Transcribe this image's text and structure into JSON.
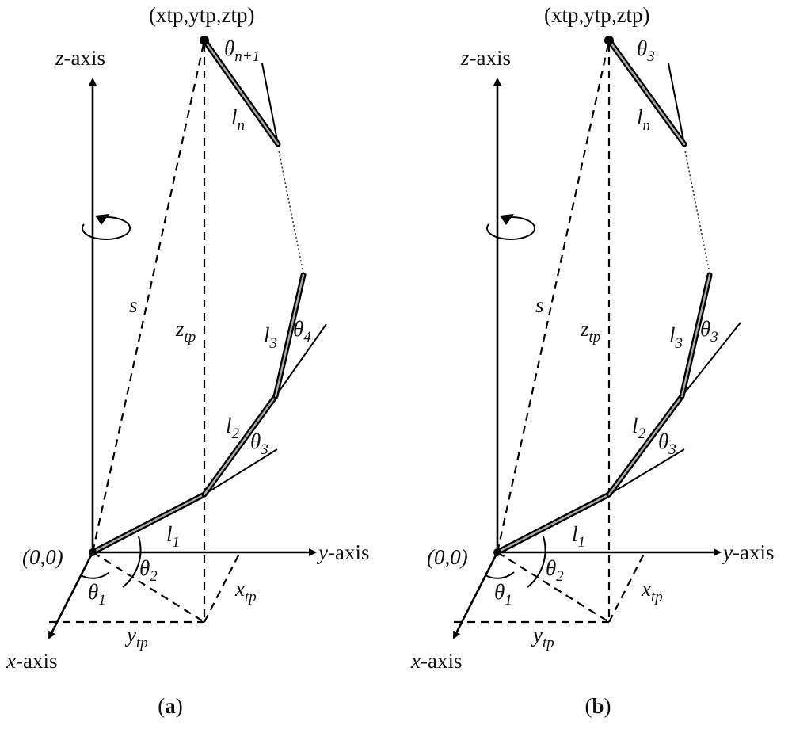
{
  "panels": [
    {
      "id": "a",
      "caption_open": "(",
      "caption_letter": "a",
      "caption_close": ")",
      "tip_point": "(xtp,ytp,ztp)",
      "tip_angle_main": "θ",
      "tip_angle_sub": "n+1",
      "labels": {
        "z_axis_var": "z",
        "z_axis_word": "-axis",
        "y_axis_var": "y",
        "y_axis_word": "-axis",
        "x_axis_var": "x",
        "x_axis_word": "-axis",
        "origin": "(0,0)",
        "s": "s",
        "ztp_main": "z",
        "ztp_sub": "tp",
        "xtp_main": "x",
        "xtp_sub": "tp",
        "ytp_main": "y",
        "ytp_sub": "tp",
        "theta1_main": "θ",
        "theta1_sub": "1",
        "theta2_main": "θ",
        "theta2_sub": "2",
        "theta_b_main": "θ",
        "theta_b_sub": "3",
        "theta_c_main": "θ",
        "theta_c_sub": "4",
        "l1_main": "l",
        "l1_sub": "1",
        "l2_main": "l",
        "l2_sub": "2",
        "l3_main": "l",
        "l3_sub": "3",
        "ln_main": "l",
        "ln_sub": "n"
      }
    },
    {
      "id": "b",
      "caption_open": "(",
      "caption_letter": "b",
      "caption_close": ")",
      "tip_point": "(xtp,ytp,ztp)",
      "tip_angle_main": "θ",
      "tip_angle_sub": "3",
      "labels": {
        "z_axis_var": "z",
        "z_axis_word": "-axis",
        "y_axis_var": "y",
        "y_axis_word": "-axis",
        "x_axis_var": "x",
        "x_axis_word": "-axis",
        "origin": "(0,0)",
        "s": "s",
        "ztp_main": "z",
        "ztp_sub": "tp",
        "xtp_main": "x",
        "xtp_sub": "tp",
        "ytp_main": "y",
        "ytp_sub": "tp",
        "theta1_main": "θ",
        "theta1_sub": "1",
        "theta2_main": "θ",
        "theta2_sub": "2",
        "theta_b_main": "θ",
        "theta_b_sub": "3",
        "theta_c_main": "θ",
        "theta_c_sub": "3",
        "l1_main": "l",
        "l1_sub": "1",
        "l2_main": "l",
        "l2_sub": "2",
        "l3_main": "l",
        "l3_sub": "3",
        "ln_main": "l",
        "ln_sub": "n"
      }
    }
  ]
}
